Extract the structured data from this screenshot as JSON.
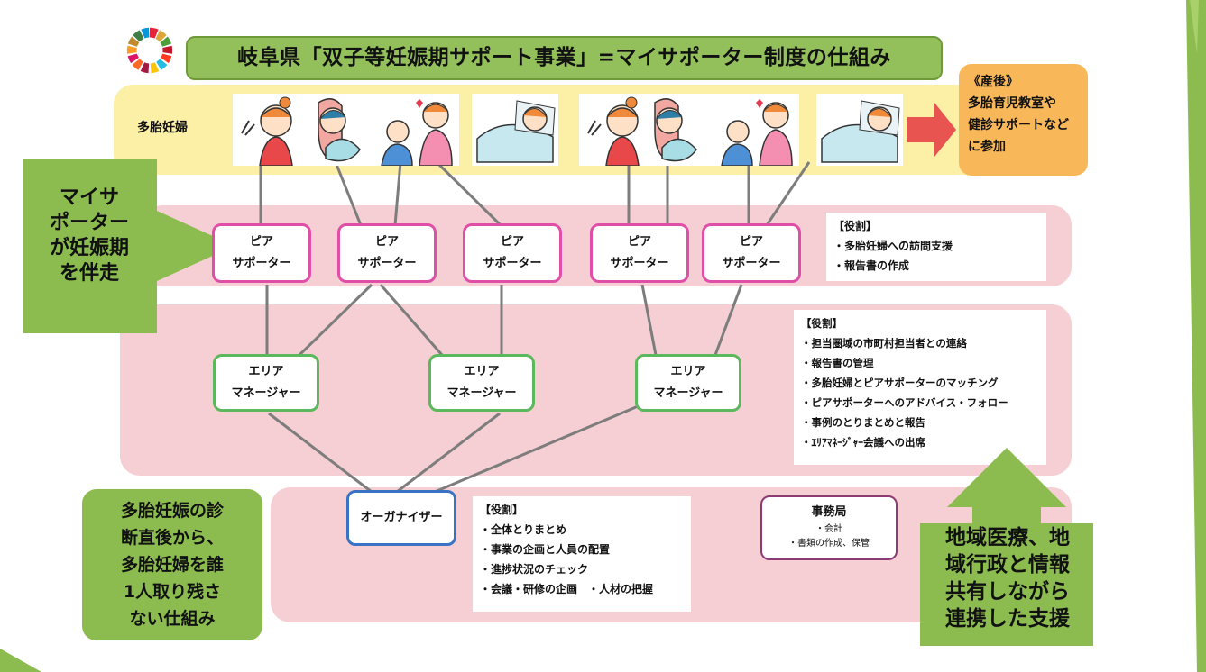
{
  "title": "岐阜県「双子等妊娠期サポート事業」=マイサポーター制度の仕組み",
  "mother_label": "多胎妊婦",
  "postbirth_lines": [
    "《産後》",
    "多胎育児教室や",
    "健診サポートなど",
    "に参加"
  ],
  "left_arrow_lines": [
    "マイサ",
    "ポーター",
    "が妊娠期",
    "を伴走"
  ],
  "peer_supporter": {
    "line1": "ピア",
    "line2": "サポーター"
  },
  "area_manager": {
    "line1": "エリア",
    "line2": "マネージャー"
  },
  "organizer": "オーガナイザー",
  "peer_role": {
    "heading": "【役割】",
    "items": [
      "・多胎妊婦への訪問支援",
      "・報告書の作成"
    ]
  },
  "area_role": {
    "heading": "【役割】",
    "items": [
      "・担当圏域の市町村担当者との連絡",
      "・報告書の管理",
      "・多胎妊婦とピアサポーターのマッチング",
      "・ピアサポーターへのアドバイス・フォロー",
      "・事例のとりまとめと報告",
      "・ｴﾘｱﾏﾈｰｼﾞｬｰ会議への出席"
    ]
  },
  "organizer_role": {
    "heading": "【役割】",
    "items": [
      "・全体とりまとめ",
      "・事業の企画と人員の配置",
      "・進捗状況のチェック",
      "・会議・研修の企画　・人材の把握"
    ]
  },
  "secretariat": {
    "title": "事務局",
    "lines": [
      "・会計",
      "・書類の作成、保管"
    ]
  },
  "bottom_left_lines": [
    "多胎妊娠の診",
    "断直後から、",
    "多胎妊婦を誰",
    "1人取り残さ",
    "ない仕組み"
  ],
  "bottom_right_lines": [
    "地域医療、地",
    "域行政と情報",
    "共有しながら",
    "連携した支援"
  ],
  "colors": {
    "green": "#8cbc4f",
    "peer_border": "#e04fa7",
    "area_border": "#5cb85c",
    "organizer_border": "#3a73c4",
    "secretariat_border": "#8e3a75",
    "orange": "#f8b85a",
    "yellow_band": "#fcefa6",
    "pink_band": "#f5cfd3",
    "red_arrow": "#e85550"
  }
}
